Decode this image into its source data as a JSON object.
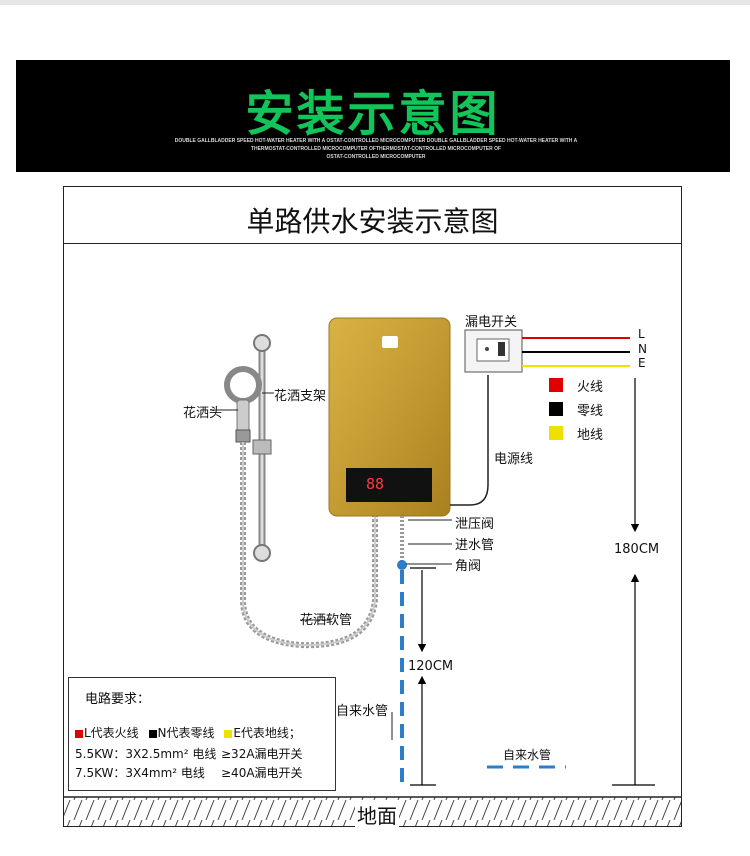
{
  "banner": {
    "title": "安装示意图",
    "subtitle_lines": [
      "DOUBLE GALLBLADDER SPEED HOT-WATER HEATER WITH A OSTAT-CONTROLLED MICROCOMPUTER DOUBLE GALLBLADDER SPEED HOT-WATER HEATER WITH A",
      "THERMOSTAT-CONTROLLED MICROCOMPUTER OFTHERMOSTAT-CONTROLLED MICROCOMPUTER OF",
      "OSTAT-CONTROLLED MICROCOMPUTER"
    ]
  },
  "diagram": {
    "title": "单路供水安装示意图",
    "labels": {
      "leakage_switch": "漏电开关",
      "shower_bracket": "花洒支架",
      "shower_head": "花洒头",
      "power_cord": "电源线",
      "pressure_relief_valve": "泄压阀",
      "inlet_pipe": "进水管",
      "angle_valve": "角阀",
      "shower_hose": "花洒软管",
      "tap_water_pipe": "自来水管",
      "tap_water_pipe_floor": "自来水管",
      "ground": "地面"
    },
    "wires": {
      "L": "L",
      "N": "N",
      "E": "E"
    },
    "display_digits": "88",
    "dimensions": {
      "wall_height": "180CM",
      "valve_height": "120CM"
    },
    "legend": [
      {
        "color": "#e00000",
        "label": "火线"
      },
      {
        "color": "#000000",
        "label": "零线"
      },
      {
        "color": "#f0e000",
        "label": "地线"
      }
    ]
  },
  "requirements": {
    "title": "电路要求：",
    "codes": [
      {
        "color": "#e00000",
        "text": "L代表火线"
      },
      {
        "color": "#000000",
        "text": "N代表零线"
      },
      {
        "color": "#f0e000",
        "text": "E代表地线；"
      }
    ],
    "specs": [
      {
        "power": "5.5KW：3X2.5mm² 电线",
        "switch": "≥32A漏电开关"
      },
      {
        "power": "7.5KW：3X4mm² 电线",
        "switch": "≥40A漏电开关"
      }
    ]
  }
}
